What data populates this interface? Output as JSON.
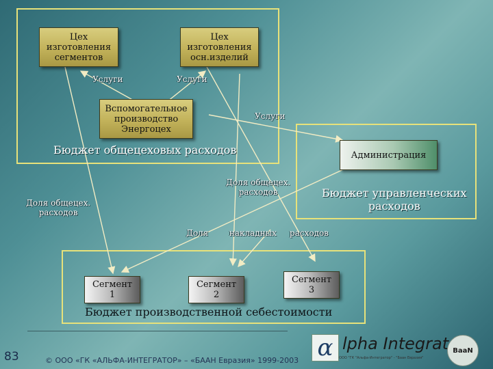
{
  "boxes": {
    "shop_segments": "Цех\nизготовления\nсегментов",
    "shop_main": "Цех\nизготовления\nосн.изделий",
    "auxiliary": "Вспомогательное\nпроизводство\nЭнергоцех",
    "administration": "Администрация",
    "segment1": "Сегмент\n1",
    "segment2": "Сегмент\n2",
    "segment3": "Сегмент\n3"
  },
  "labels": {
    "services_1": "Услуги",
    "services_2": "Услуги",
    "services_3": "Услуги",
    "share_overhead_right": "Доля общецех.\nрасходов",
    "share_overhead_left": "Доля общецех.\nрасходов",
    "share_indirect": "Доля        накладных     расходов"
  },
  "budgets": {
    "shop_overhead": "Бюджет общецеховых расходов",
    "management": "Бюджет управленческих\nрасходов",
    "production_cost": "Бюджет производственной себестоимости"
  },
  "footer": {
    "page_number": "83",
    "copyright": "© ООО «ГК «АЛЬФА-ИНТЕГРАТОР» – «БААН Евразия» 1999-2003",
    "logo_alpha": "α",
    "logo_text": "lpha Integrator",
    "logo_sub": "ООО \"ГК \"Альфа-Интегратор\" - \"Баан Евразия\"",
    "baan_logo": "BaaN"
  },
  "colors": {
    "frame": "#e8e27a",
    "arrows": "#f2ecc4"
  }
}
